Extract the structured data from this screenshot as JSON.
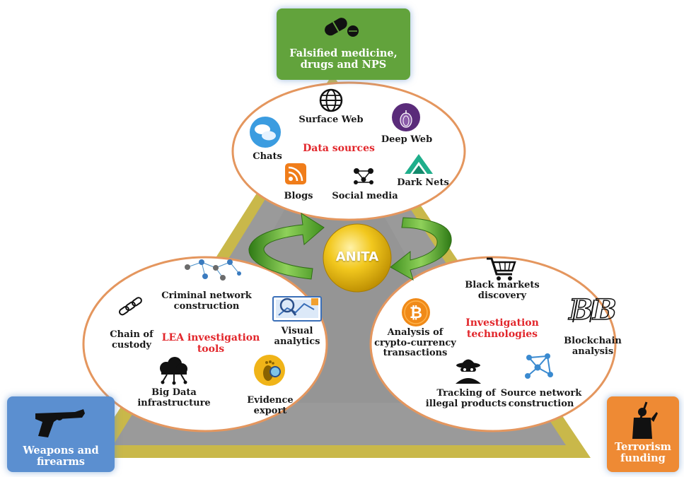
{
  "center": {
    "label": "ANITA"
  },
  "corners": {
    "top": {
      "lines": [
        "Falsified medicine,",
        "drugs and NPS"
      ],
      "color": "#62a33c",
      "icon": "pill-icon"
    },
    "left": {
      "lines": [
        "Weapons and",
        "firearms"
      ],
      "color": "#5b8fd0",
      "icon": "pistol-icon"
    },
    "right": {
      "lines": [
        "Terrorism",
        "funding"
      ],
      "color": "#ee8a34",
      "icon": "militant-silhouette-icon"
    }
  },
  "data_sources": {
    "title": "Data sources",
    "surface_web": "Surface Web",
    "chats": "Chats",
    "deep_web": "Deep Web",
    "blogs": "Blogs",
    "social_media": "Social media",
    "dark_nets": "Dark Nets"
  },
  "lea_tools": {
    "title": [
      "LEA investigation",
      "tools"
    ],
    "criminal_network": [
      "Criminal network",
      "construction"
    ],
    "chain_of_custody": [
      "Chain of",
      "custody"
    ],
    "visual_analytics": [
      "Visual",
      "analytics"
    ],
    "big_data": [
      "Big Data",
      "infrastructure"
    ],
    "evidence_export": [
      "Evidence",
      "export"
    ]
  },
  "investigation_tech": {
    "title": [
      "Investigation",
      "technologies"
    ],
    "black_markets": [
      "Black markets",
      "discovery"
    ],
    "crypto": [
      "Analysis of",
      "crypto-currency",
      "transactions"
    ],
    "blockchain": [
      "Blockchain",
      "analysis"
    ],
    "tracking": [
      "Tracking of",
      "illegal products"
    ],
    "source_network": [
      "Source network",
      "construction"
    ]
  },
  "colors": {
    "ellipse_border": "#e4965e",
    "road": "#9a9a9a",
    "road_edge": "#c9b84a",
    "arrow": "#5ea82e",
    "center": "#e6b40d",
    "accent_red": "#e2262b"
  }
}
